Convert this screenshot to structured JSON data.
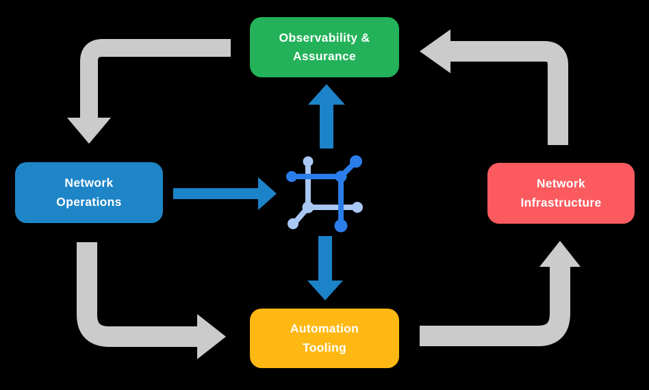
{
  "background_color": "#000000",
  "text_color": "#FFFFFF",
  "nodes": [
    {
      "id": "observability-assurance",
      "line1": "Observability &",
      "line2": "Assurance",
      "color": "#23B259"
    },
    {
      "id": "network-operations",
      "line1": "Network",
      "line2": "Operations",
      "color": "#1E86C7"
    },
    {
      "id": "network-infrastructure",
      "line1": "Network",
      "line2": "Infrastructure",
      "color": "#FB5B5F"
    },
    {
      "id": "automation-tooling",
      "line1": "Automation",
      "line2": "Tooling",
      "color": "#FDB813"
    }
  ],
  "center_icon": {
    "name": "network-automation-icon",
    "dark_color": "#2B7DE9",
    "light_color": "#A9C7F4"
  },
  "arrows": {
    "cycle_color": "#CBCBCB",
    "flow_color": "#1D83C9",
    "cycle": [
      "observability-to-operations",
      "operations-to-automation",
      "automation-to-infrastructure",
      "infrastructure-to-observability"
    ],
    "flows": [
      "operations-to-center",
      "center-to-observability",
      "center-to-automation"
    ]
  }
}
